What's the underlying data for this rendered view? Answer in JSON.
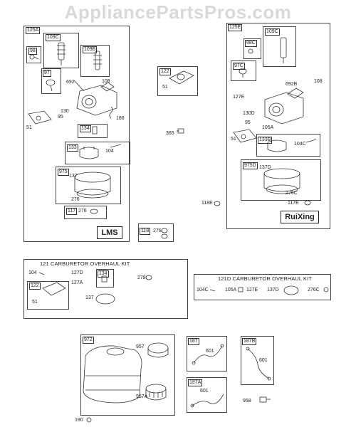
{
  "watermark": "AppliancePartsPros.com",
  "groups": {
    "g125a": {
      "tag": "125A",
      "brand": "LMS"
    },
    "g125e": {
      "tag": "125E",
      "brand": "RuiXing"
    },
    "g118": {
      "tag": "118",
      "part": "276"
    },
    "kit121": {
      "title": "121 CARBURETOR OVERHAUL KIT"
    },
    "kit121d": {
      "title": "121D CARBURETOR OVERHAUL KIT"
    }
  },
  "labels": {
    "p109c": "109C",
    "p98": "98",
    "p109b": "109B",
    "p97": "97",
    "p692": "692",
    "p108": "108",
    "p130": "130",
    "p95": "95",
    "p186": "186",
    "p51a": "51",
    "p134": "134",
    "p133": "133",
    "p104": "104",
    "p975": "975",
    "p137": "137",
    "p276a": "276",
    "p117": "117",
    "p276b": "276",
    "p122": "122",
    "p51b": "51",
    "p365": "365",
    "e109c": "109C",
    "e98c": "98C",
    "e97c": "97C",
    "e692b": "692B",
    "e108": "108",
    "e127e": "127E",
    "e130d": "130D",
    "e95": "95",
    "e105a": "105A",
    "e51": "51",
    "e133b": "133B",
    "e104c": "104C",
    "e975d": "975D",
    "e137d": "137D",
    "e276c": "276C",
    "e117e": "117E",
    "e118e": "118E",
    "k104": "104",
    "k127d": "127D",
    "k127a": "127A",
    "k134": "134",
    "k278": "278",
    "k122": "122",
    "k51": "51",
    "k137": "137",
    "d104c": "104C",
    "d105a": "105A",
    "d127e": "127E",
    "d137d": "137D",
    "d276c": "276C",
    "t972": "972",
    "t957": "957",
    "t957a": "957A",
    "t190": "190",
    "h187": "187",
    "h601a": "601",
    "h187a": "187A",
    "h601b": "601",
    "h187b": "187B",
    "h601c": "601",
    "h958": "958"
  }
}
